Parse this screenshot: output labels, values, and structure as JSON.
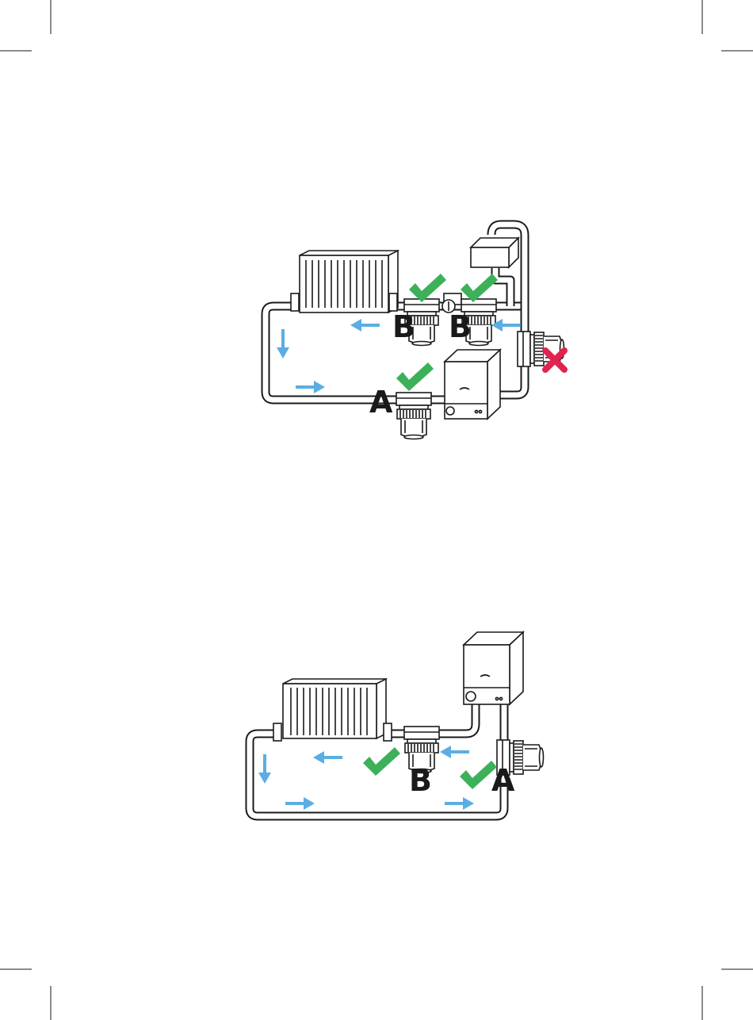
{
  "diagram_top": {
    "label_a": "A",
    "label_b_left": "B",
    "label_b_right": "B"
  },
  "diagram_bottom": {
    "label_a": "A",
    "label_b": "B"
  },
  "colors": {
    "flow_arrow": "#5aaee3",
    "check_ok": "#3db05a",
    "cross_bad": "#e0244f",
    "line": "#1a1a1a"
  },
  "icons": [
    "check-icon",
    "cross-icon",
    "flow-arrow-icon",
    "radiator-icon",
    "boiler-icon",
    "filter-icon",
    "header-tank-icon",
    "valve-icon"
  ]
}
